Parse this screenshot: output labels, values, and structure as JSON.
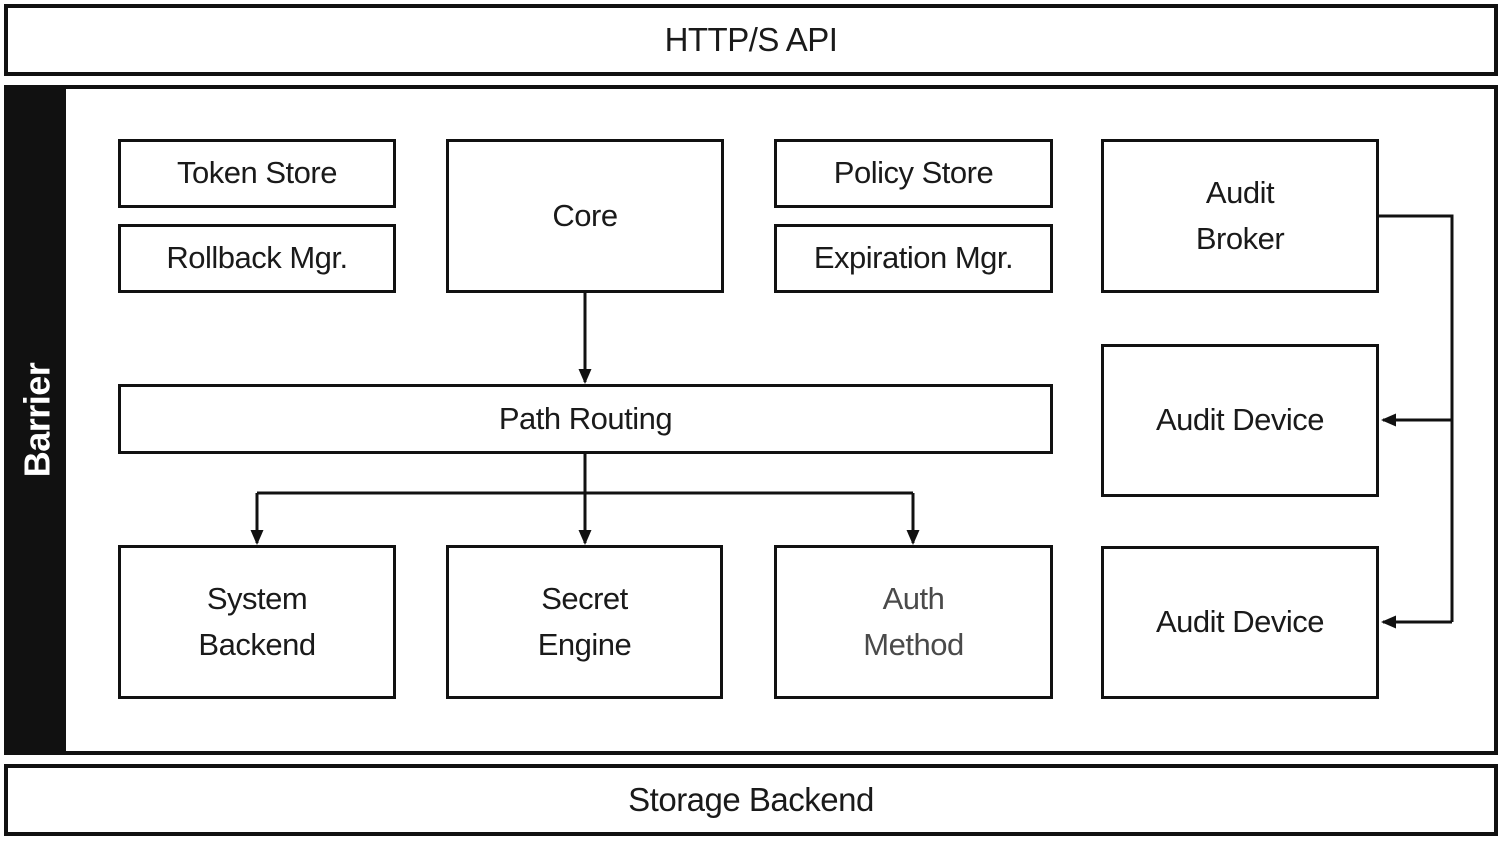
{
  "diagram": {
    "api_bar": {
      "label": "HTTP/S API"
    },
    "barrier": {
      "label": "Barrier"
    },
    "storage_bar": {
      "label": "Storage Backend"
    },
    "nodes": {
      "token_store": "Token Store",
      "rollback_mgr": "Rollback Mgr.",
      "core": "Core",
      "policy_store": "Policy Store",
      "expiration_mgr": "Expiration Mgr.",
      "audit_broker": "Audit\nBroker",
      "path_routing": "Path Routing",
      "audit_device_1": "Audit Device",
      "system_backend": "System\nBackend",
      "secret_engine": "Secret\nEngine",
      "auth_method": "Auth\nMethod",
      "audit_device_2": "Audit Device"
    },
    "colors": {
      "line": "#111111",
      "text": "#1a1a1a",
      "muted_text": "#4a4a4a",
      "barrier_bg": "#111111",
      "barrier_text": "#ffffff",
      "background": "#ffffff"
    }
  }
}
